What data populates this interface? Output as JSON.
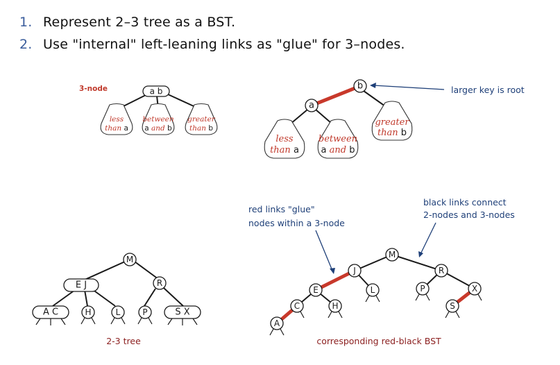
{
  "steps": [
    {
      "num": "1.",
      "text": "Represent 2–3 tree as a BST."
    },
    {
      "num": "2.",
      "text": "Use \"internal\" left-leaning links as \"glue\" for 3–nodes."
    }
  ],
  "three_node": {
    "label": "3-node",
    "keys": "a b",
    "sub_less": {
      "l1": "less",
      "l2a": "than ",
      "l2b": "a"
    },
    "sub_between": {
      "l1": "between",
      "l2a": "a",
      "l2b": " and ",
      "l2c": "b"
    },
    "sub_greater": {
      "l1": "greater",
      "l2a": "than ",
      "l2b": "b"
    }
  },
  "bst_node": {
    "root": "b",
    "child": "a",
    "annotation": "larger key is root",
    "sub_less": {
      "l1": "less",
      "l2a": "than ",
      "l2b": "a"
    },
    "sub_between": {
      "l1": "between",
      "l2a": "a",
      "l2b": " and ",
      "l2c": "b"
    },
    "sub_greater": {
      "l1": "greater",
      "l2a": "than ",
      "l2b": "b"
    }
  },
  "tree23": {
    "caption": "2-3 tree",
    "root": "M",
    "left": "E J",
    "right": "R",
    "leaves": [
      "A C",
      "H",
      "L",
      "P",
      "S X"
    ]
  },
  "rbtree": {
    "caption": "corresponding red-black BST",
    "ann_red_1": "red links \"glue\"",
    "ann_red_2": "nodes within a 3-node",
    "ann_black_1": "black links connect",
    "ann_black_2": "2-nodes and 3-nodes",
    "nodes": {
      "M": "M",
      "J": "J",
      "R": "R",
      "E": "E",
      "L": "L",
      "P": "P",
      "X": "X",
      "C": "C",
      "H": "H",
      "S": "S",
      "A": "A"
    }
  },
  "colors": {
    "red_link": "#c8392b",
    "annotation": "#1e3f78",
    "caption": "#8b1e1e",
    "step_number": "#3b5d9c"
  }
}
